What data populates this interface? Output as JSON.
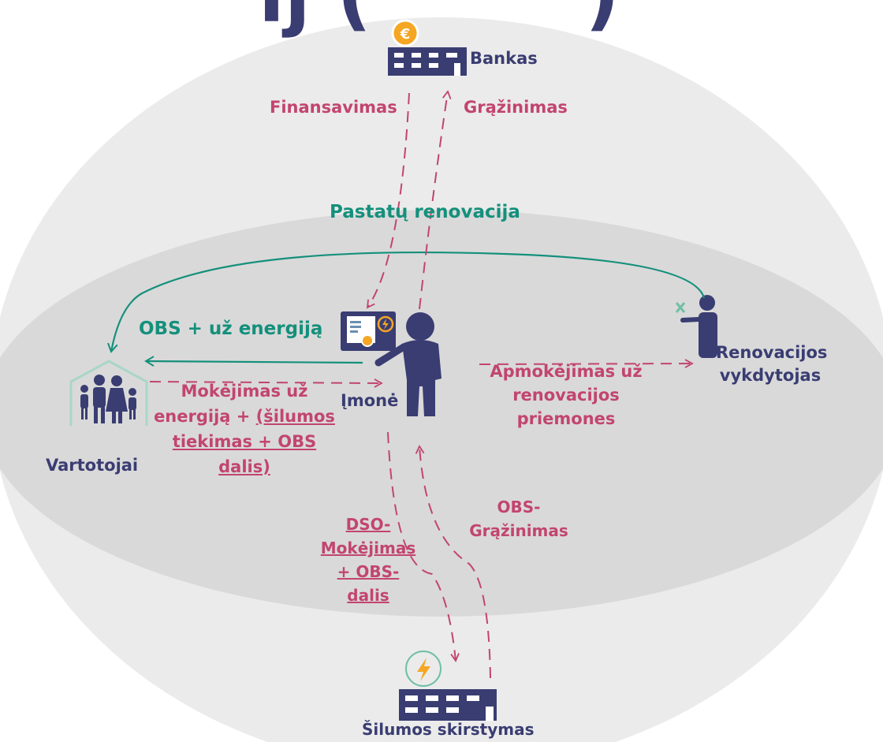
{
  "title_fragment": "ij (",
  "title_fragment_right": ")",
  "nodes": {
    "bank": "Bankas",
    "company": "Įmonė",
    "consumers": "Vartotojai",
    "contractor_line1": "Renovacijos",
    "contractor_line2": "vykdytojas",
    "heat": "Šilumos skirstymas"
  },
  "flows": {
    "financing": "Finansavimas",
    "repayment": "Grąžinimas",
    "renovation": "Pastatų renovacija",
    "obs_energy": "OBS + už energiją",
    "payment_contractor_1": "Apmokėjimas už",
    "payment_contractor_2": "renovacijos",
    "payment_contractor_3": "priemones",
    "consumer_pay_1": "Mokėjimas už",
    "consumer_pay_2a": "energiją + ",
    "consumer_pay_2b": "(šilumos",
    "consumer_pay_3": "tiekimas + OBS",
    "consumer_pay_4": "dalis)",
    "obs_return_1": "OBS-",
    "obs_return_2": "Grąžinimas",
    "dso_1": "DSO-",
    "dso_2": "Mokėjimas",
    "dso_3": "+ OBS-",
    "dso_4": "dalis"
  },
  "colors": {
    "pink": "#c2456f",
    "teal": "#14907c",
    "navy": "#3a3d72",
    "outer_bg": "#ebebeb",
    "inner_bg": "#d9d9d9",
    "orange": "#f5a623"
  }
}
